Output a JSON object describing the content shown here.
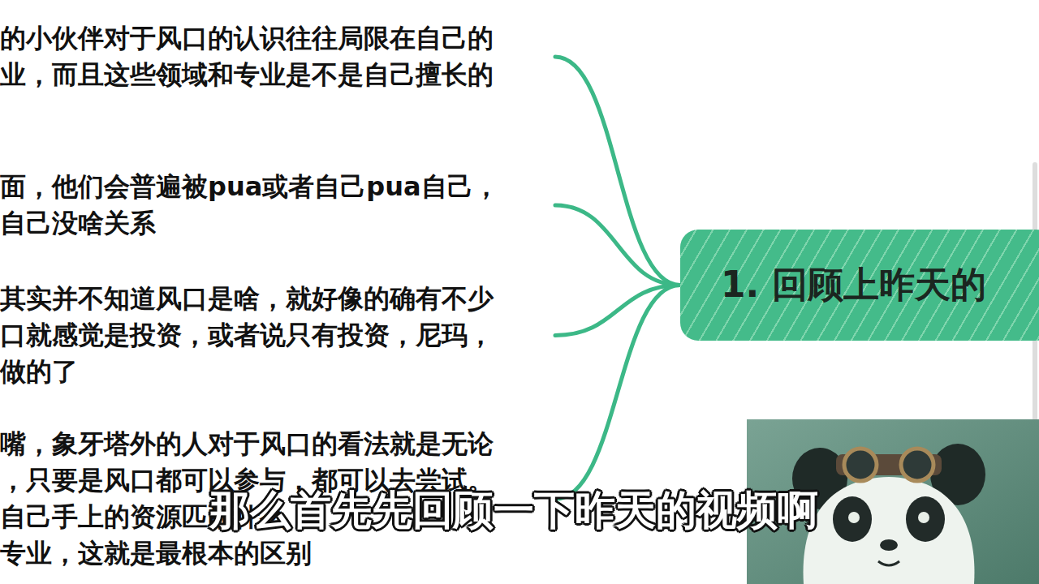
{
  "diagram": {
    "nodes": [
      {
        "text": [
          "的小伙伴对于风口的认识往往局限在自己的 业，而且这些领域和专业是不是自己擅长的"
        ]
      },
      {
        "text": [
          "面，他们会普遍被pua或者自己pua自己， 自己没啥关系"
        ]
      },
      {
        "text": [
          "其实并不知道风口是啥，就好像的确有不少 口就感觉是投资，或者说只有投资，尼玛， 做的了"
        ]
      },
      {
        "text": [
          "嘴，象牙塔外的人对于风口的看法就是无论 ，只要是风口都可以参与，都可以去尝试。 自己手上的资源匹配什么 专业，这就是最根本的区别"
        ]
      },
      {
        "text": [
          "1. 回顾上昨天的"
        ]
      }
    ],
    "edges": [
      {
        "from": 0,
        "to": 4,
        "arrow": "none"
      },
      {
        "from": 1,
        "to": 4,
        "arrow": "none"
      },
      {
        "from": 2,
        "to": 4,
        "arrow": "none"
      },
      {
        "from": 3,
        "to": 4,
        "arrow": "none"
      }
    ],
    "labels": [
      "那么首先先回顾一下昨天的视频啊"
    ]
  }
}
